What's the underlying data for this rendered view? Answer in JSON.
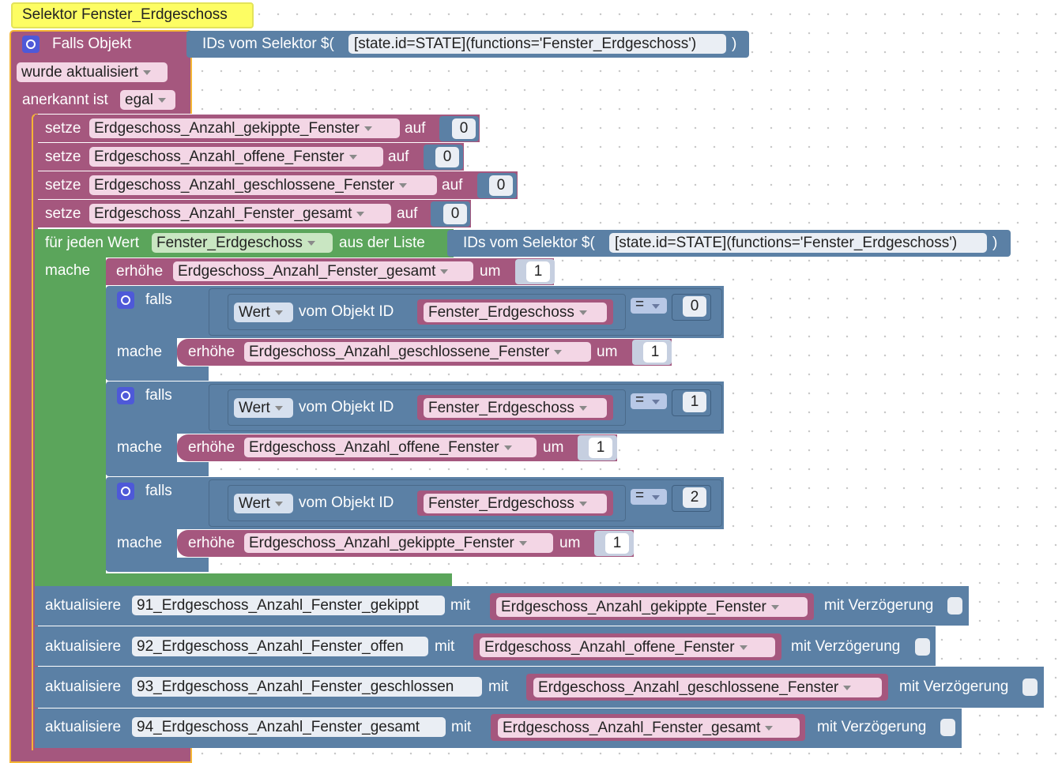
{
  "selector_label": "Selektor Fenster_Erdgeschoss",
  "trigger": {
    "label": "Falls Objekt",
    "mode": "wurde aktualisiert",
    "ack_label": "anerkannt ist",
    "ack_value": "egal"
  },
  "selector_block": {
    "label": "IDs vom Selektor $(",
    "query": "[state.id=STATE](functions='Fenster_Erdgeschoss')",
    "close": ")"
  },
  "set_blocks": [
    {
      "verb": "setze",
      "variable": "Erdgeschoss_Anzahl_gekippte_Fenster",
      "to": "auf",
      "value": "0"
    },
    {
      "verb": "setze",
      "variable": "Erdgeschoss_Anzahl_offene_Fenster",
      "to": "auf",
      "value": "0"
    },
    {
      "verb": "setze",
      "variable": "Erdgeschoss_Anzahl_geschlossene_Fenster",
      "to": "auf",
      "value": "0"
    },
    {
      "verb": "setze",
      "variable": "Erdgeschoss_Anzahl_Fenster_gesamt",
      "to": "auf",
      "value": "0"
    }
  ],
  "loop": {
    "label": "für jeden Wert",
    "variable": "Fenster_Erdgeschoss",
    "from_label": "aus der Liste",
    "do_label": "mache",
    "increment": {
      "verb": "erhöhe",
      "variable": "Erdgeschoss_Anzahl_Fenster_gesamt",
      "by": "um",
      "value": "1"
    }
  },
  "conditions": [
    {
      "if": "falls",
      "value_label": "Wert",
      "of_object": "vom Objekt ID",
      "object": "Fenster_Erdgeschoss",
      "op": "=",
      "compare": "0",
      "do": "mache",
      "verb": "erhöhe",
      "variable": "Erdgeschoss_Anzahl_geschlossene_Fenster",
      "by": "um",
      "value": "1"
    },
    {
      "if": "falls",
      "value_label": "Wert",
      "of_object": "vom Objekt ID",
      "object": "Fenster_Erdgeschoss",
      "op": "=",
      "compare": "1",
      "do": "mache",
      "verb": "erhöhe",
      "variable": "Erdgeschoss_Anzahl_offene_Fenster",
      "by": "um",
      "value": "1"
    },
    {
      "if": "falls",
      "value_label": "Wert",
      "of_object": "vom Objekt ID",
      "object": "Fenster_Erdgeschoss",
      "op": "=",
      "compare": "2",
      "do": "mache",
      "verb": "erhöhe",
      "variable": "Erdgeschoss_Anzahl_gekippte_Fenster",
      "by": "um",
      "value": "1"
    }
  ],
  "updates": [
    {
      "verb": "aktualisiere",
      "target": "91_Erdgeschoss_Anzahl_Fenster_gekippt",
      "with": "mit",
      "variable": "Erdgeschoss_Anzahl_gekippte_Fenster",
      "delay": "mit Verzögerung"
    },
    {
      "verb": "aktualisiere",
      "target": "92_Erdgeschoss_Anzahl_Fenster_offen",
      "with": "mit",
      "variable": "Erdgeschoss_Anzahl_offene_Fenster",
      "delay": "mit Verzögerung"
    },
    {
      "verb": "aktualisiere",
      "target": "93_Erdgeschoss_Anzahl_Fenster_geschlossen",
      "with": "mit",
      "variable": "Erdgeschoss_Anzahl_geschlossene_Fenster",
      "delay": "mit Verzögerung"
    },
    {
      "verb": "aktualisiere",
      "target": "94_Erdgeschoss_Anzahl_Fenster_gesamt",
      "with": "mit",
      "variable": "Erdgeschoss_Anzahl_Fenster_gesamt",
      "delay": "mit Verzögerung"
    }
  ],
  "colors": {
    "event_block": "#a5577e",
    "orange_outline": "#f5b534",
    "variable_block": "#a5577e",
    "logic_block": "#5b80a5",
    "loop_block": "#5ba55b",
    "selector_highlight": "#fdfd63"
  }
}
